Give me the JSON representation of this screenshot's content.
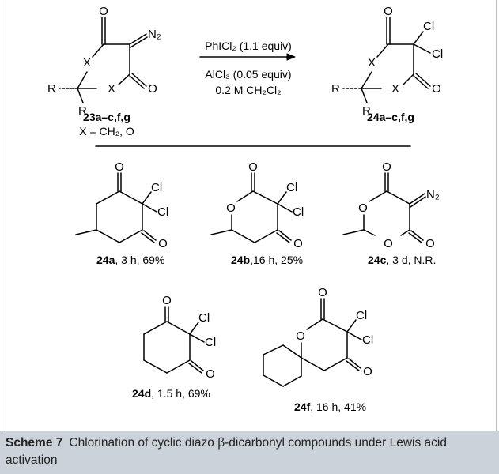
{
  "reaction": {
    "reagent_line": "PhICl₂ (1.1 equiv)",
    "catalyst_line": "AlCl₃ (0.05 equiv)",
    "solvent_line": "0.2 M CH₂Cl₂",
    "substrate_label": "23a–c,f,g",
    "variable_def": "X = CH₂, O",
    "product_label": "24a–c,f,g"
  },
  "atoms": {
    "O": "O",
    "X": "X",
    "R": "R",
    "Cl": "Cl",
    "N2": "N₂"
  },
  "examples": [
    {
      "id": "24a",
      "detail": ", 3 h, 69%"
    },
    {
      "id": "24b",
      "detail": ",16 h, 25%"
    },
    {
      "id": "24c",
      "detail": ", 3 d, N.R."
    },
    {
      "id": "24d",
      "detail": ", 1.5 h, 69%"
    },
    {
      "id": "24f",
      "detail": ", 16 h, 41%"
    }
  ],
  "caption": {
    "number": "Scheme 7",
    "text": "Chlorination of cyclic diazo β-dicarbonyl compounds under Lewis acid activation"
  }
}
